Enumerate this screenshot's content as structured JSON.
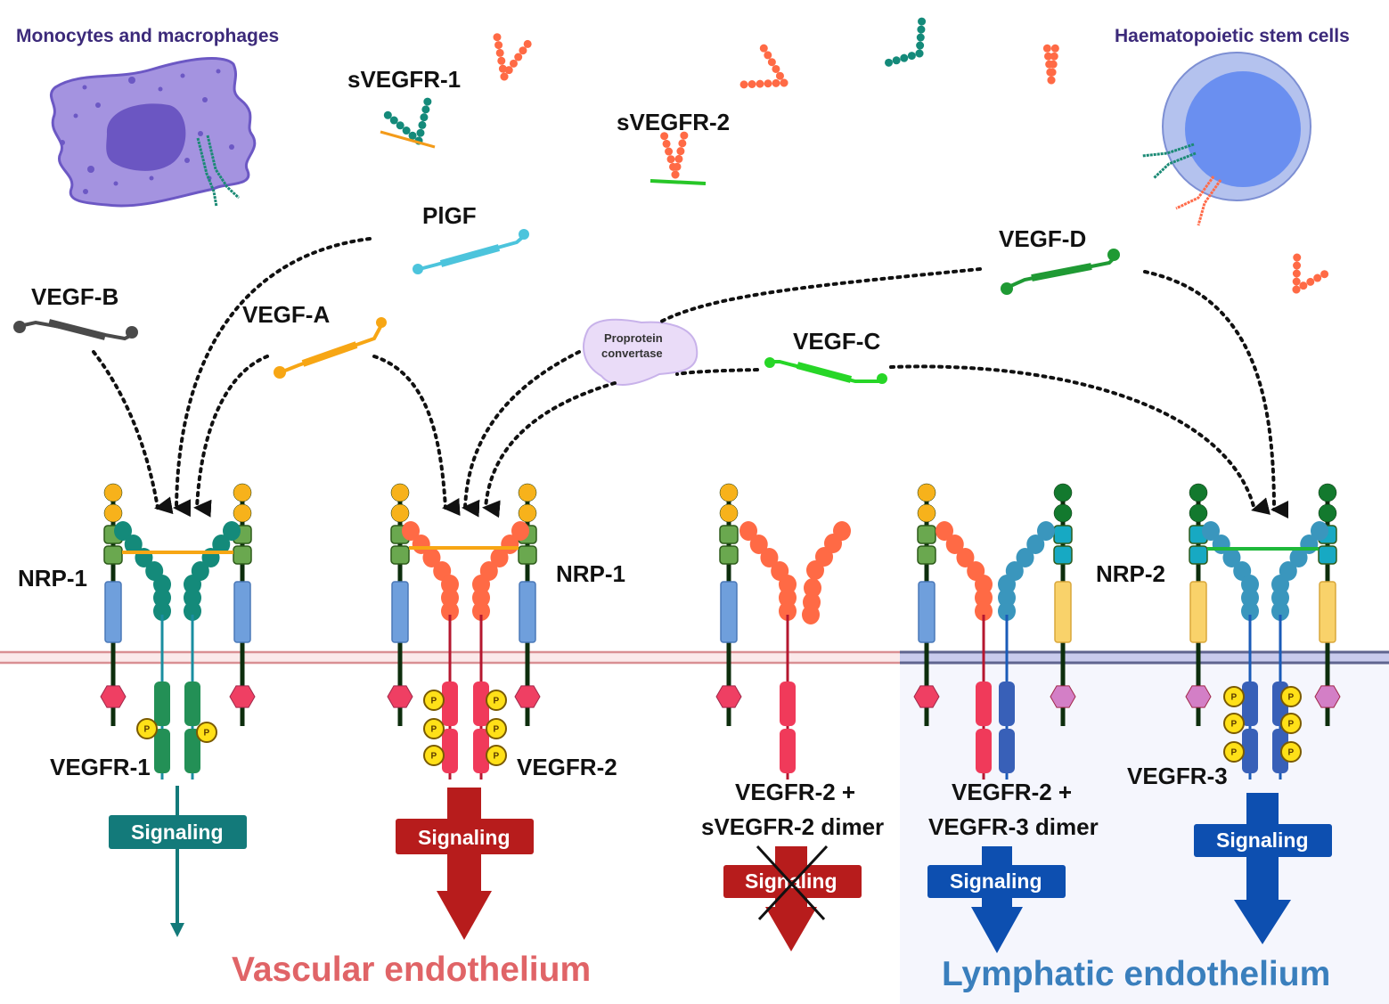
{
  "figure": {
    "cells": {
      "monocytes": "Monocytes and macrophages",
      "hsc": "Haematopoietic stem cells"
    },
    "soluble_receptors": {
      "svegfr1": "sVEGFR-1",
      "svegfr2": "sVEGFR-2"
    },
    "ligands": {
      "plgf": "PlGF",
      "vegf_a": "VEGF-A",
      "vegf_b": "VEGF-B",
      "vegf_c": "VEGF-C",
      "vegf_d": "VEGF-D"
    },
    "enzyme": {
      "line1": "Proprotein",
      "line2": "convertase"
    },
    "coreceptors": {
      "nrp1_left": "NRP-1",
      "nrp1_right": "NRP-1",
      "nrp2": "NRP-2"
    },
    "receptors": {
      "vegfr1": "VEGFR-1",
      "vegfr2": "VEGFR-2",
      "vegfr3": "VEGFR-3",
      "dimer_s2_line1": "VEGFR-2 +",
      "dimer_s2_line2": "sVEGFR-2 dimer",
      "dimer_23_line1": "VEGFR-2 +",
      "dimer_23_line2": "VEGFR-3 dimer"
    },
    "phospho_label": "P",
    "signaling": {
      "vegfr1": "Signaling",
      "vegfr2": "Signaling",
      "blocked": "Signaling",
      "dimer_23": "Signaling",
      "vegfr3": "Signaling"
    },
    "regions": {
      "vascular": "Vascular endothelium",
      "lymphatic": "Lymphatic endothelium"
    },
    "colors": {
      "teal_signal": "#137a7a",
      "red_signal": "#b71c1c",
      "blue_signal": "#0d4fb0",
      "vascular_text": "#e06467",
      "lymphatic_text": "#3a7fbd",
      "cell_label": "#3c2a7a"
    }
  }
}
